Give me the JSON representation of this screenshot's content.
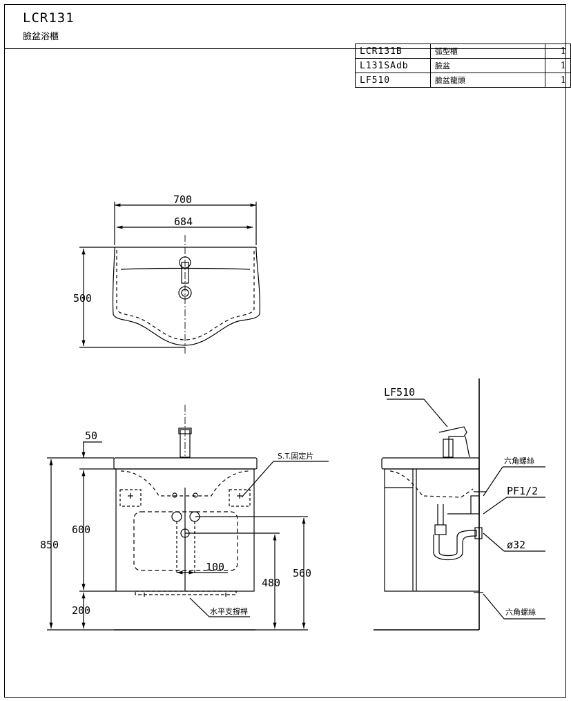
{
  "header": {
    "model": "LCR131",
    "product_name": "臉盆浴櫃"
  },
  "parts": [
    {
      "code": "LCR131B",
      "name": "弧型櫃",
      "qty": "1"
    },
    {
      "code": "L131SAdb",
      "name": "臉盆",
      "qty": "1"
    },
    {
      "code": "LF510",
      "name": "臉盆龍頭",
      "qty": "1"
    }
  ],
  "top_view": {
    "dim_overall_width": "700",
    "dim_inner_width": "684",
    "dim_depth": "500"
  },
  "front_view": {
    "dim_top_offset": "50",
    "dim_body_height": "600",
    "dim_total_height": "850",
    "dim_bottom_gap": "200",
    "dim_drain_offset": "100",
    "dim_drain_height": "480",
    "dim_supply_height": "560",
    "label_fixing": "S.T.固定片",
    "label_support_bar": "水平支撐桿"
  },
  "side_view": {
    "label_faucet": "LF510",
    "label_hex_screw_top": "六角螺絲",
    "label_supply_thread": "PF1/2",
    "label_drain_dia": "ø32",
    "label_hex_screw_bottom": "六角螺絲"
  }
}
